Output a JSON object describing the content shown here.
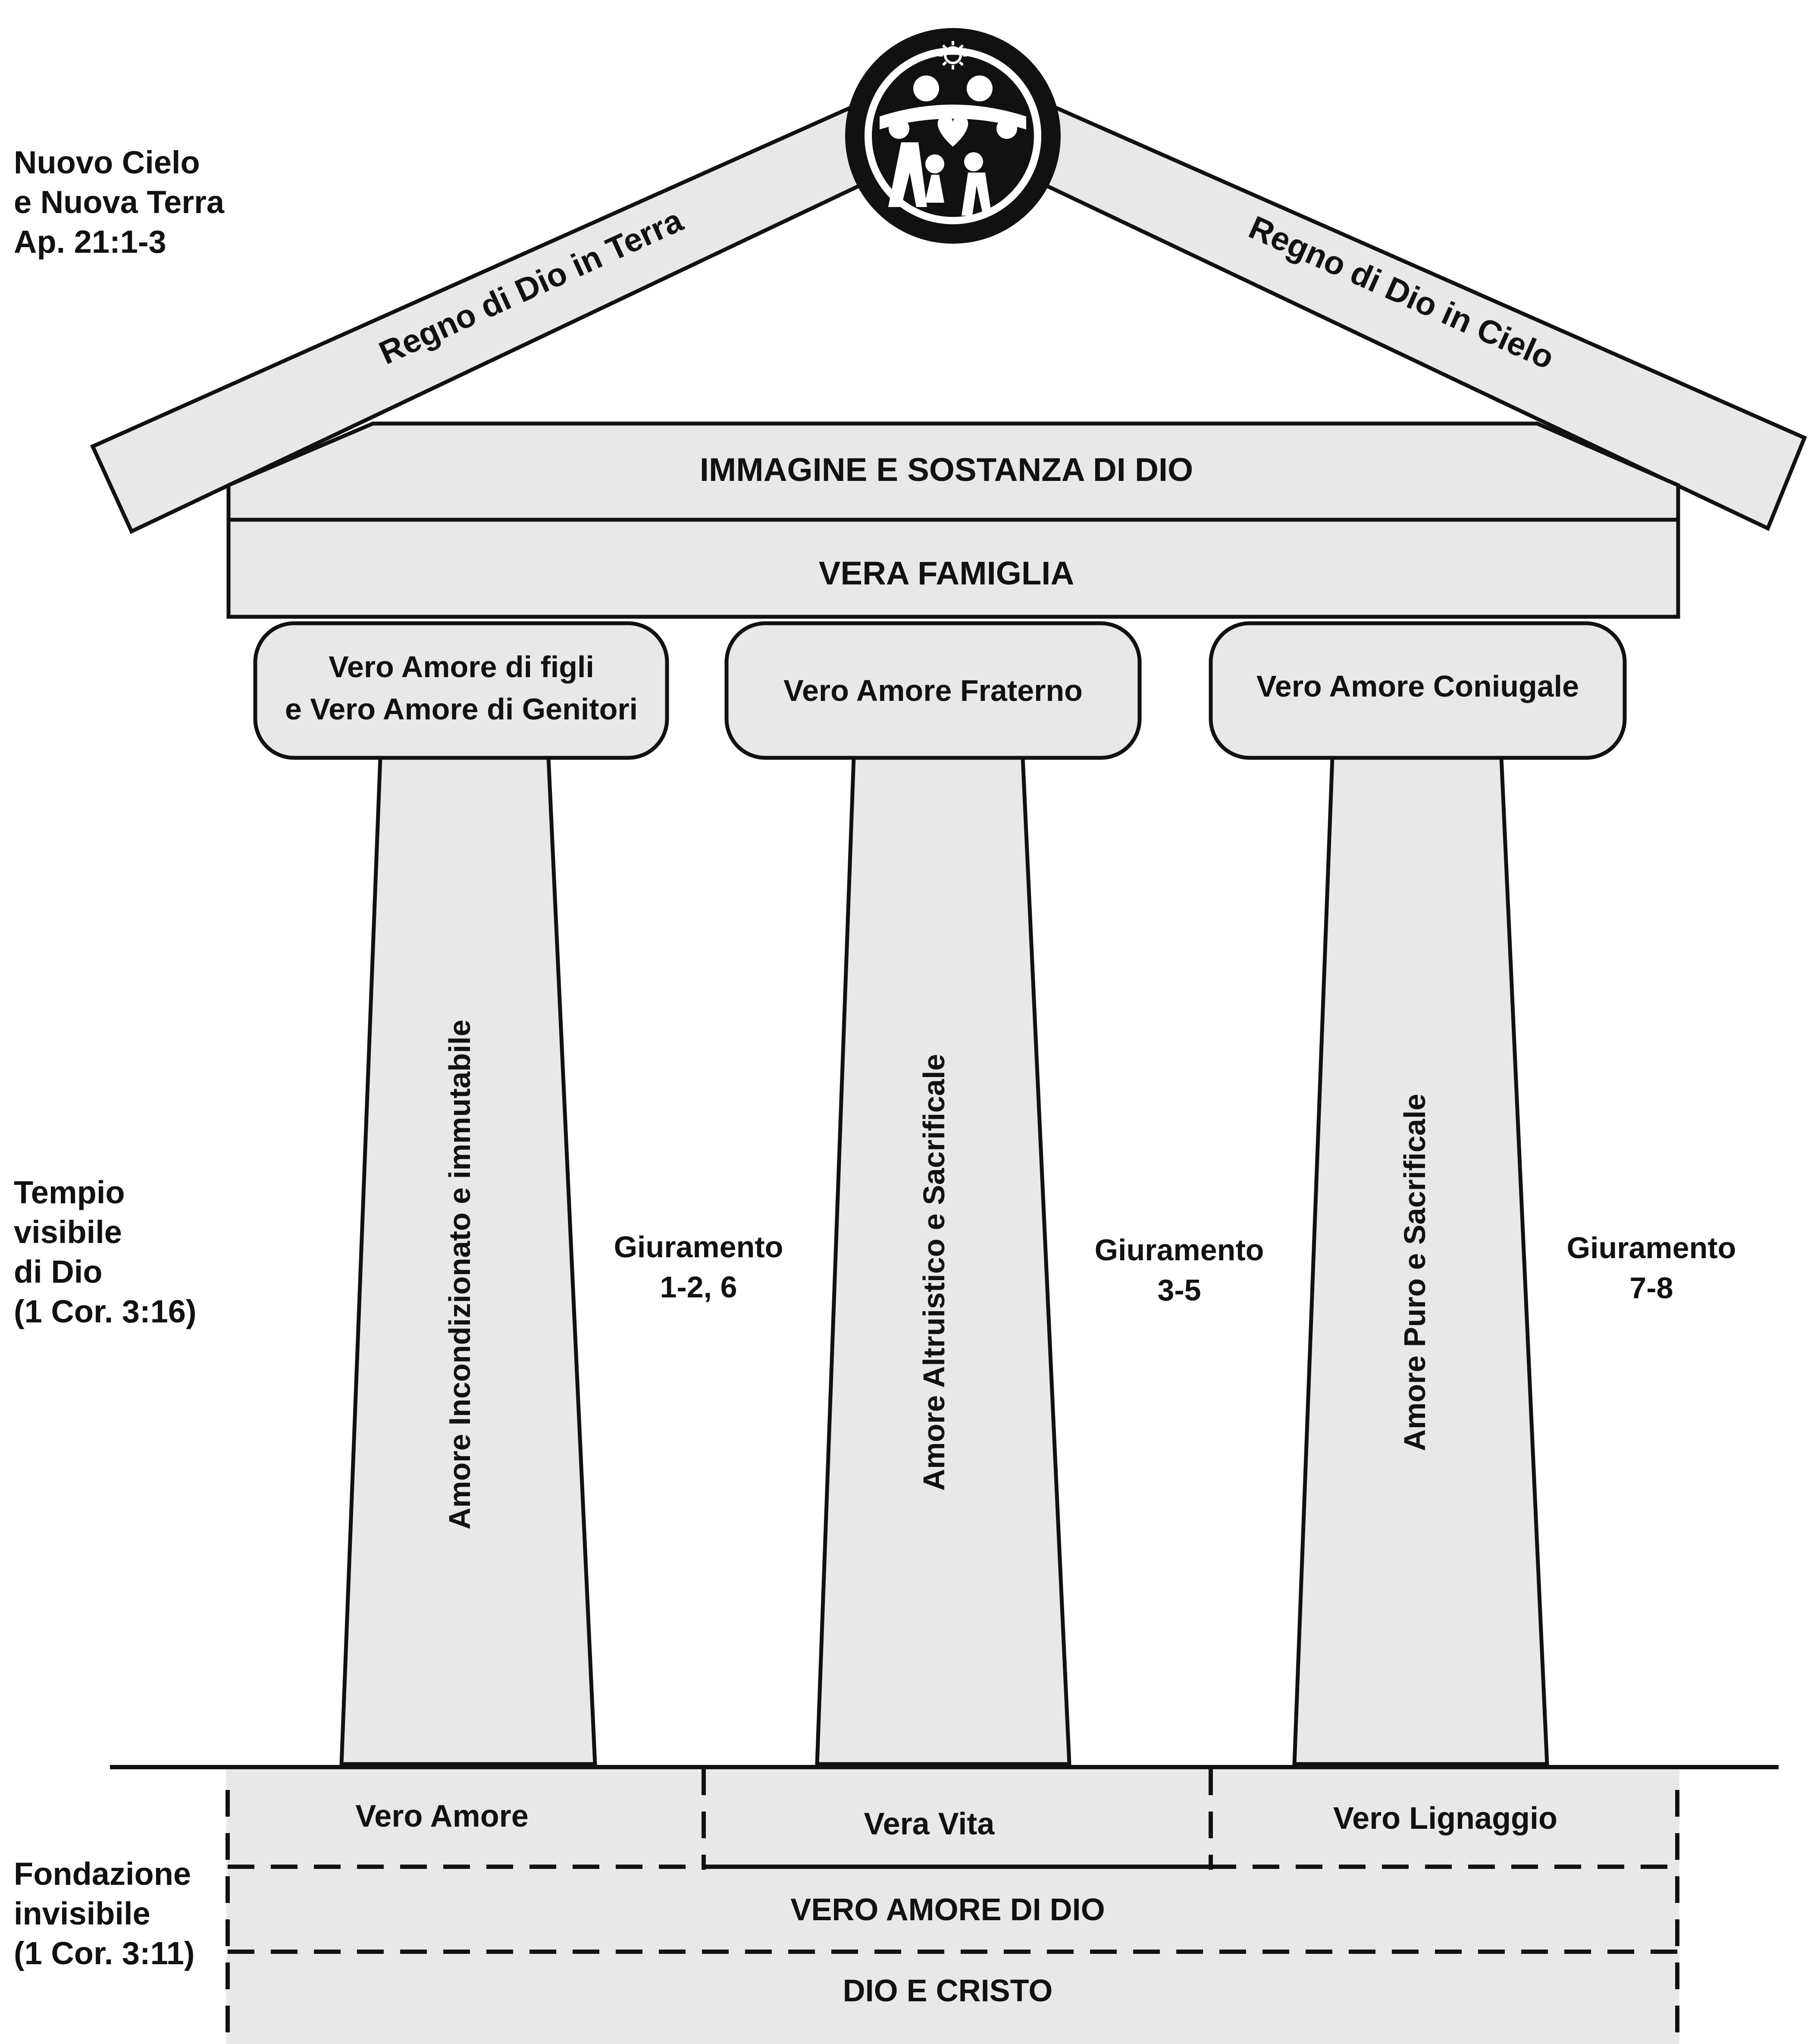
{
  "side_labels": {
    "top": [
      "Nuovo Cielo",
      "e Nuova Terra",
      "Ap. 21:1-3"
    ],
    "middle": [
      "Tempio",
      "visibile",
      "di Dio",
      "(1 Cor. 3:16)"
    ],
    "bottom": [
      "Fondazione",
      "invisibile",
      "(1 Cor. 3:11)"
    ]
  },
  "roof": {
    "left": "Regno di Dio in Terra",
    "right": "Regno di Dio in Cielo"
  },
  "entablature": {
    "top": "IMMAGINE E SOSTANZA DI DIO",
    "bottom": "VERA FAMIGLIA"
  },
  "capitals": [
    [
      "Vero Amore di figli",
      "e Vero Amore di Genitori"
    ],
    [
      "Vero Amore Fraterno"
    ],
    [
      "Vero Amore Coniugale"
    ]
  ],
  "columns": [
    "Amore Incondizionato e immutabile",
    "Amore Altruistico e Sacrificale",
    "Amore Puro e Sacrificale"
  ],
  "oaths": [
    [
      "Giuramento",
      "1-2, 6"
    ],
    [
      "Giuramento",
      "3-5"
    ],
    [
      "Giuramento",
      "7-8"
    ]
  ],
  "foundation": {
    "blocks": [
      "Vero Amore",
      "Vera Vita",
      "Vero Lignaggio"
    ],
    "middle": "VERO AMORE DI DIO",
    "bottom": "DIO E CRISTO"
  },
  "colors": {
    "fill": "#e8e8e8",
    "stroke": "#111111",
    "emblem": "#111111",
    "background": "#ffffff"
  },
  "emblem_icon": "family-emblem-with-sun-and-heart"
}
